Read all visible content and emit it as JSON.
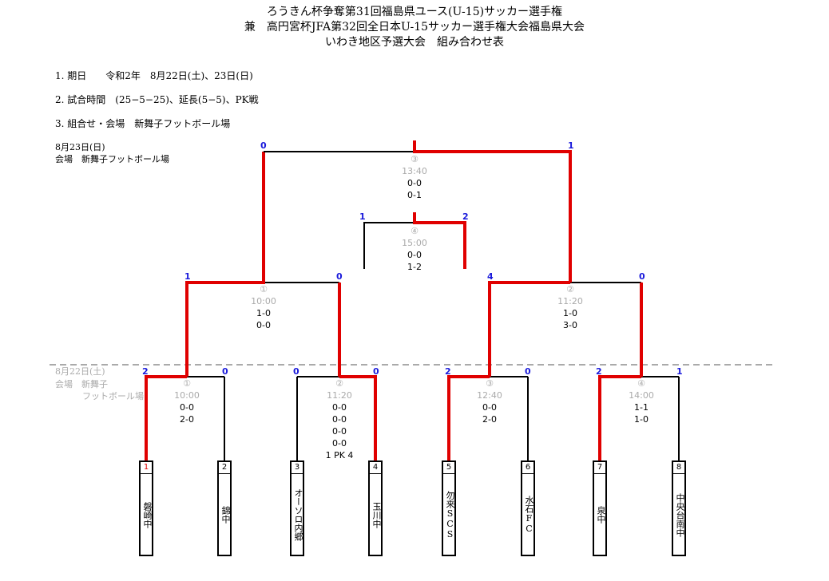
{
  "header": {
    "title1": "ろうきん杯争奪第31回福島県ユース(U-15)サッカー選手権",
    "title2": "兼　高円宮杯JFA第32回全日本U-15サッカー選手権大会福島県大会",
    "title3": "いわき地区予選大会　組み合わせ表"
  },
  "info": {
    "line1": "1. 期日　　令和2年　8月22日(土)、23日(日)",
    "line2": "2. 試合時間　(25−5−25)、延長(5−5)、PK戦",
    "line3": "3. 組合せ・会場　新舞子フットボール場"
  },
  "day2": {
    "date": "8月23日(日)",
    "venue": "会場　新舞子フットボール場"
  },
  "day1": {
    "date": "8月22日(土)",
    "venue1": "会場　新舞子",
    "venue2": "フットボール場"
  },
  "teams": [
    {
      "num": "1",
      "name": "磐崎中"
    },
    {
      "num": "2",
      "name": "錦中"
    },
    {
      "num": "3",
      "name": "オーソロ内郷"
    },
    {
      "num": "4",
      "name": "玉川中"
    },
    {
      "num": "5",
      "name": "勿来SCS"
    },
    {
      "num": "6",
      "name": "水石FC"
    },
    {
      "num": "7",
      "name": "泉中"
    },
    {
      "num": "8",
      "name": "中央台南中"
    }
  ],
  "round1": [
    {
      "no": "①",
      "time": "10:00",
      "results": [
        "0-0",
        "2-0"
      ],
      "scoreL": "2",
      "scoreR": "0"
    },
    {
      "no": "②",
      "time": "11:20",
      "results": [
        "0-0",
        "0-0",
        "0-0",
        "0-0",
        "1 PK 4"
      ],
      "scoreL": "0",
      "scoreR": "0"
    },
    {
      "no": "③",
      "time": "12:40",
      "results": [
        "0-0",
        "2-0"
      ],
      "scoreL": "2",
      "scoreR": "0"
    },
    {
      "no": "④",
      "time": "14:00",
      "results": [
        "1-1",
        "1-0"
      ],
      "scoreL": "2",
      "scoreR": "1"
    }
  ],
  "semis": [
    {
      "no": "①",
      "time": "10:00",
      "results": [
        "1-0",
        "0-0"
      ],
      "scoreL": "1",
      "scoreR": "0"
    },
    {
      "no": "②",
      "time": "11:20",
      "results": [
        "1-0",
        "3-0"
      ],
      "scoreL": "4",
      "scoreR": "0"
    }
  ],
  "final": {
    "no": "③",
    "time": "13:40",
    "results": [
      "0-0",
      "0-1"
    ],
    "scoreL": "0",
    "scoreR": "1"
  },
  "third": {
    "no": "④",
    "time": "15:00",
    "results": [
      "0-0",
      "1-2"
    ],
    "scoreL": "1",
    "scoreR": "2"
  },
  "colors": {
    "win": "#e00000",
    "line": "#000000",
    "score": "#1a1adb",
    "muted": "#aaaaaa"
  }
}
